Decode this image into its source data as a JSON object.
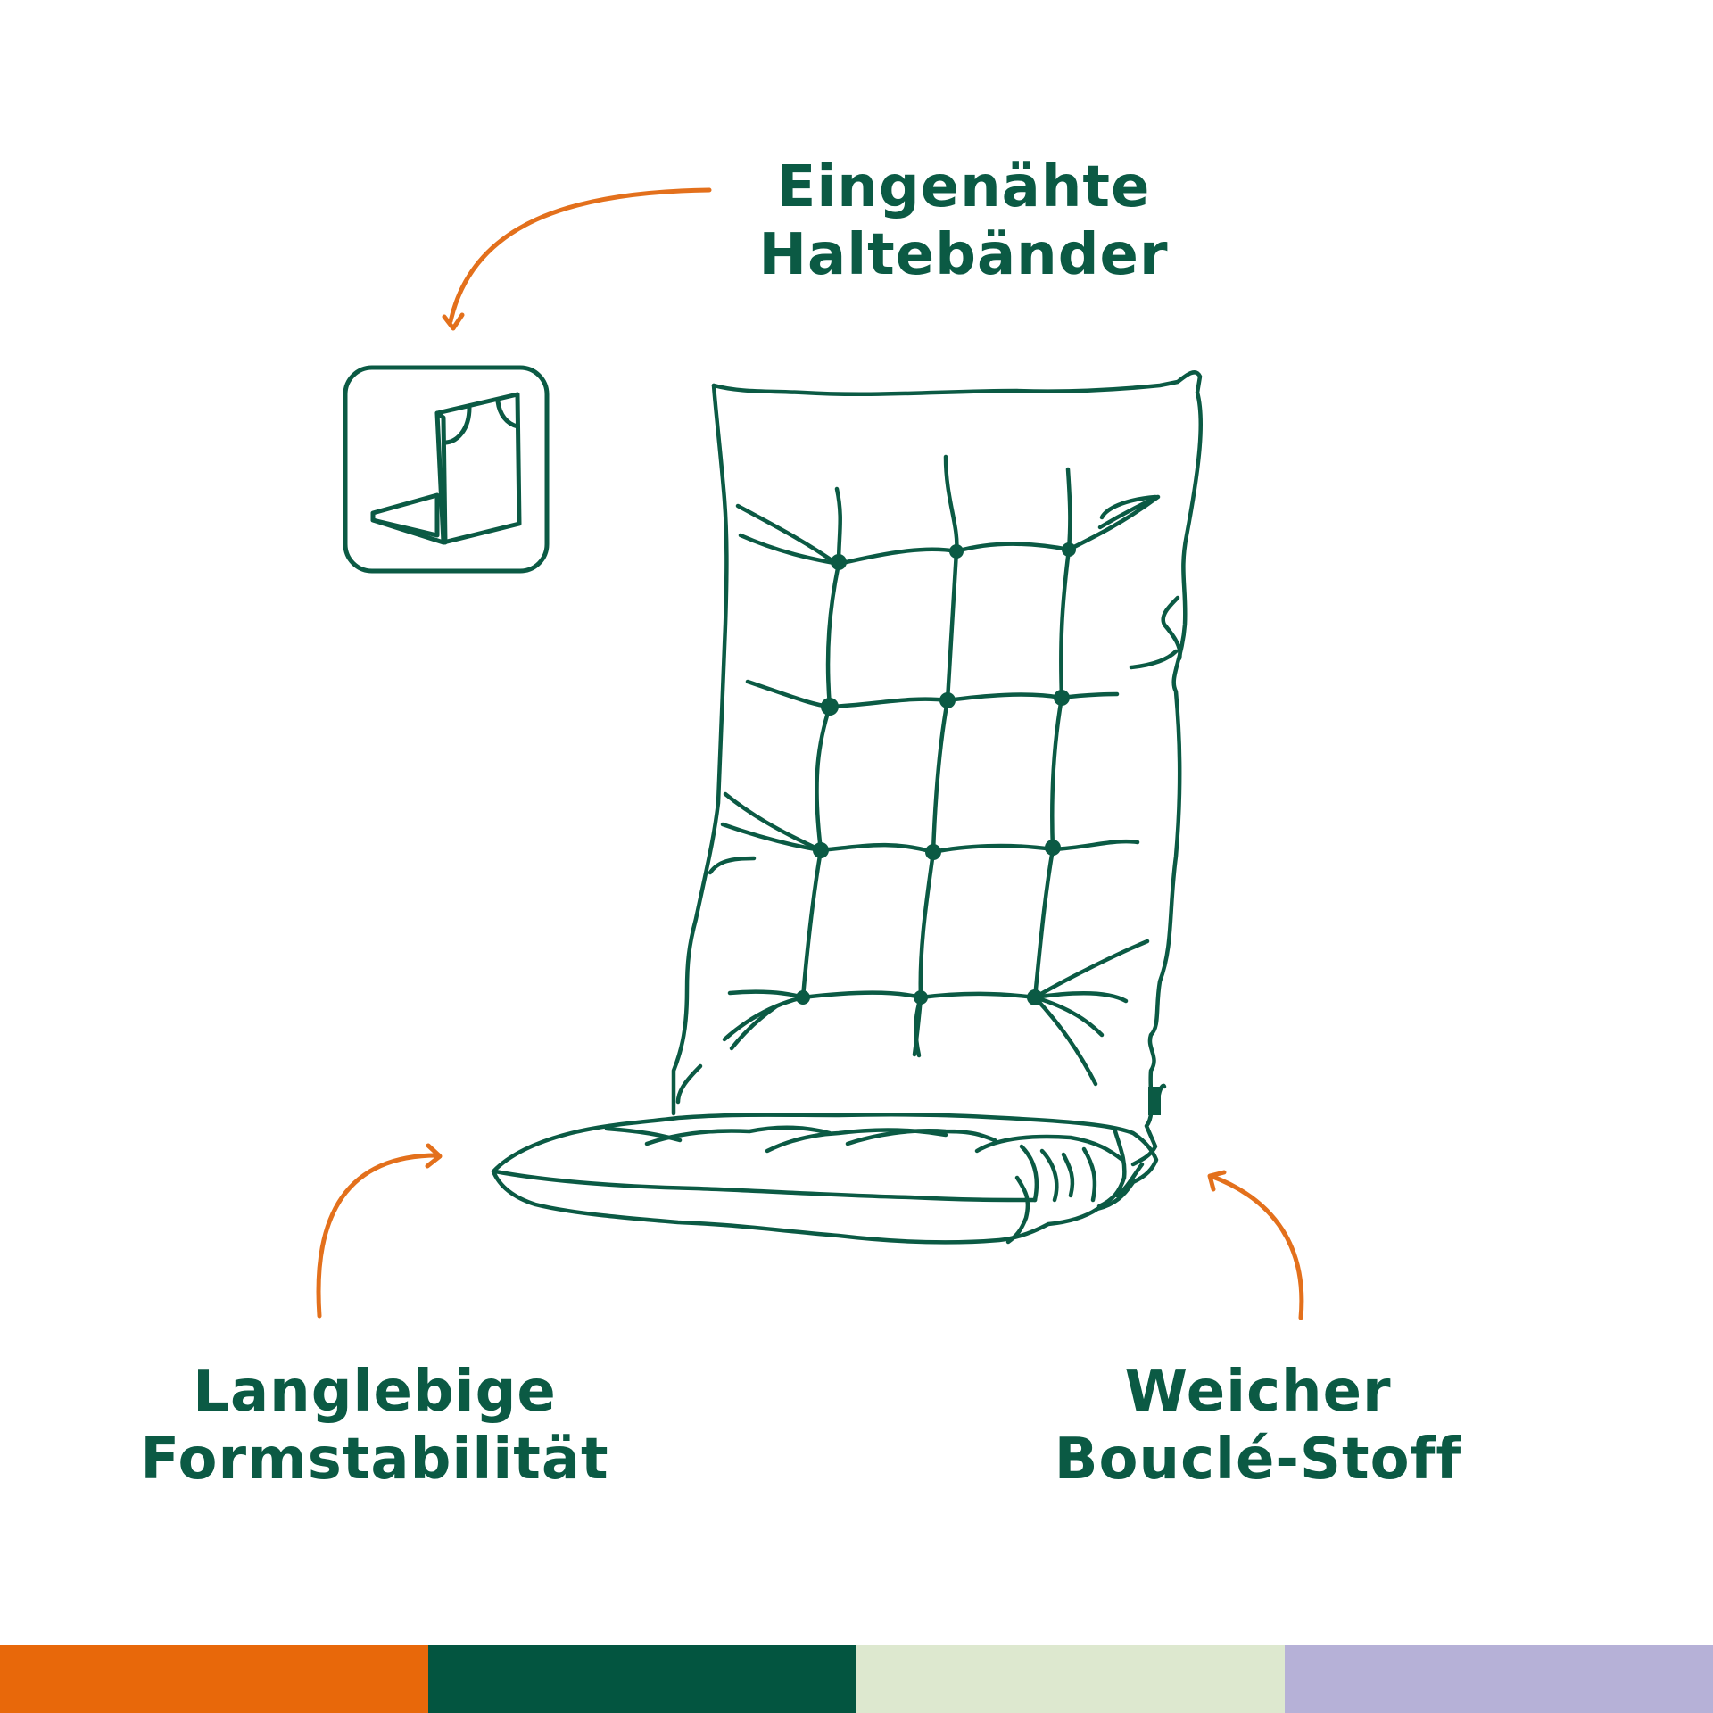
{
  "colors": {
    "ink": "#0b5a44",
    "accent": "#e3701c",
    "bar": [
      "#e8680a",
      "#035540",
      "#dde8cf",
      "#b6b1d7"
    ]
  },
  "labels": {
    "top": [
      "Eingenähte",
      "Haltebänder"
    ],
    "left": [
      "Langlebige",
      "Formstabilität"
    ],
    "right": [
      "Weicher",
      "Bouclé-Stoff"
    ]
  },
  "icons": {
    "feature_icon": "strap-bracket-icon",
    "illustration": "tufted-chair-cushion-illustration"
  }
}
